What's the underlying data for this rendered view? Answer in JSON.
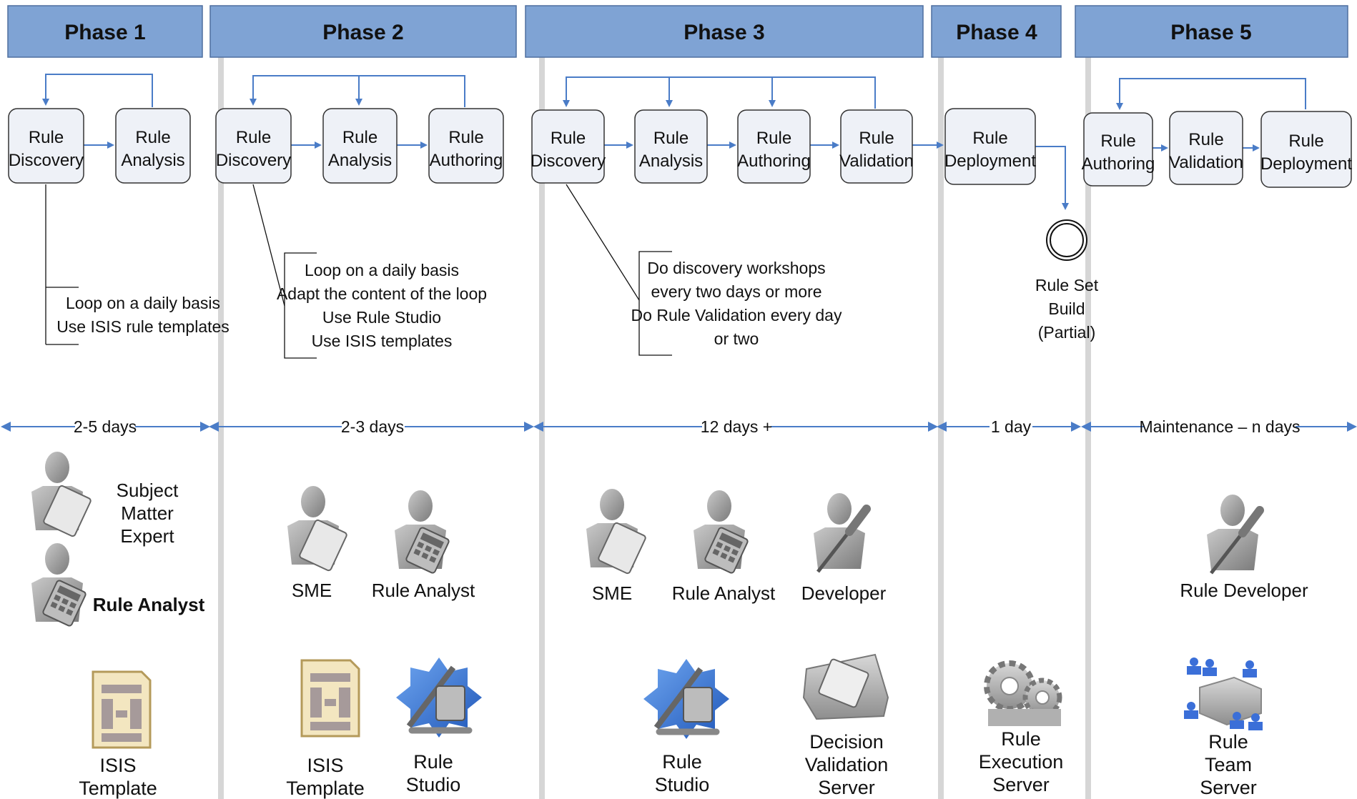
{
  "colors": {
    "phase_header": "#7fa3d4",
    "step_fill": "#eef1f7",
    "arrow": "#4a7cc7",
    "divider": "#d6d6d6"
  },
  "phases": [
    {
      "title": "Phase 1",
      "steps": [
        "Rule\nDiscovery",
        "Rule\nAnalysis"
      ],
      "note": [
        "Loop on a daily basis",
        "Use ISIS rule templates"
      ],
      "duration": "2-5 days",
      "roles": [
        "Subject\nMatter\nExpert",
        "Rule Analyst"
      ],
      "tools": [
        "ISIS\nTemplate"
      ]
    },
    {
      "title": "Phase 2",
      "steps": [
        "Rule\nDiscovery",
        "Rule\nAnalysis",
        "Rule\nAuthoring"
      ],
      "note": [
        "Loop on a daily basis",
        "Adapt the content of the loop",
        "Use Rule Studio",
        "Use ISIS templates"
      ],
      "duration": "2-3 days",
      "roles": [
        "SME",
        "Rule Analyst"
      ],
      "tools": [
        "ISIS\nTemplate",
        "Rule\nStudio"
      ]
    },
    {
      "title": "Phase 3",
      "steps": [
        "Rule\nDiscovery",
        "Rule\nAnalysis",
        "Rule\nAuthoring",
        "Rule\nValidation"
      ],
      "note": [
        "Do discovery workshops",
        "every two days or more",
        "Do Rule Validation every day",
        "or two"
      ],
      "duration": "12 days +",
      "roles": [
        "SME",
        "Rule Analyst",
        "Developer"
      ],
      "tools": [
        "Rule\nStudio",
        "Decision\nValidation\nServer"
      ]
    },
    {
      "title": "Phase 4",
      "steps": [
        "Rule\nDeployment"
      ],
      "milestone": "Rule Set\nBuild\n(Partial)",
      "duration": "1 day",
      "roles": [],
      "tools": [
        "Rule\nExecution\nServer"
      ]
    },
    {
      "title": "Phase 5",
      "steps": [
        "Rule\nAuthoring",
        "Rule\nValidation",
        "Rule\nDeployment"
      ],
      "duration": "Maintenance – n days",
      "roles": [
        "Rule Developer"
      ],
      "tools": [
        "Rule\nTeam\nServer"
      ]
    }
  ],
  "icons": {
    "sme": "person-with-tablet-icon",
    "analyst": "person-with-calculator-icon",
    "developer": "person-with-screwdriver-icon",
    "template": "document-template-icon",
    "studio": "tools-gear-icon",
    "dvs": "validation-server-icon",
    "res": "execution-server-gears-icon",
    "rts": "team-server-icon"
  }
}
